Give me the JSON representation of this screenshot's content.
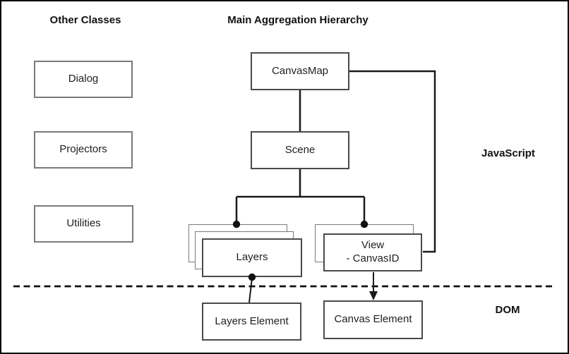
{
  "diagram": {
    "headers": {
      "other_classes": "Other Classes",
      "main_hierarchy": "Main Aggregation Hierarchy",
      "javascript": "JavaScript",
      "dom": "DOM"
    },
    "other_classes_boxes": [
      {
        "label": "Dialog"
      },
      {
        "label": "Projectors"
      },
      {
        "label": "Utilities"
      }
    ],
    "hierarchy": {
      "canvasmap": "CanvasMap",
      "scene": "Scene",
      "layers": "Layers",
      "view_line1": "View",
      "view_line2": "- CanvasID",
      "layers_element": "Layers Element",
      "canvas_element": "Canvas Element"
    },
    "connectors": {
      "aggregation_dots": 3,
      "arrow_to_canvas_element": "filled-down-arrow",
      "dom_separator_style": "dashed"
    },
    "colors": {
      "background": "#ffffff",
      "frame": "#000000",
      "line": "#1a1a1a",
      "gray_border": "#7a7a7a",
      "main_border": "#4a4a4a",
      "text": "#1f1f1f"
    }
  }
}
